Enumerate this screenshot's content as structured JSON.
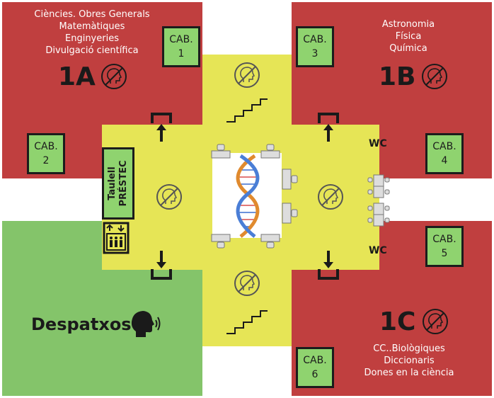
{
  "zones": {
    "z1a": {
      "code": "1A",
      "subjects": [
        "Ciències. Obres Generals",
        "Matemàtiques",
        "Enginyeries",
        "Divulgació científica"
      ]
    },
    "z1b": {
      "code": "1B",
      "subjects": [
        "Astronomia",
        "Física",
        "Química"
      ]
    },
    "z1c": {
      "code": "1C",
      "subjects": [
        "CC..Biològiques",
        "Diccionaris",
        "Dones en la ciència"
      ]
    }
  },
  "cabins": [
    {
      "label": "CAB.",
      "num": "1"
    },
    {
      "label": "CAB.",
      "num": "2"
    },
    {
      "label": "CAB.",
      "num": "3"
    },
    {
      "label": "CAB.",
      "num": "4"
    },
    {
      "label": "CAB.",
      "num": "5"
    },
    {
      "label": "CAB.",
      "num": "6"
    }
  ],
  "desk": {
    "line1": "Taulell",
    "line2": "PRÉSTEC"
  },
  "wc": {
    "top": "WC",
    "bottom": "WC"
  },
  "offices": {
    "label": "Despatxos"
  },
  "colors": {
    "silent_zone": "#c03f3f",
    "hall": "#e6e556",
    "offices": "#84c46a",
    "cabin": "#8fd36f"
  },
  "icons": [
    "no-talking-icon",
    "stairs-icon",
    "door-arrow-icon",
    "dna-icon",
    "elevator-icon",
    "speaking-head-icon",
    "desk-chair-icon"
  ]
}
